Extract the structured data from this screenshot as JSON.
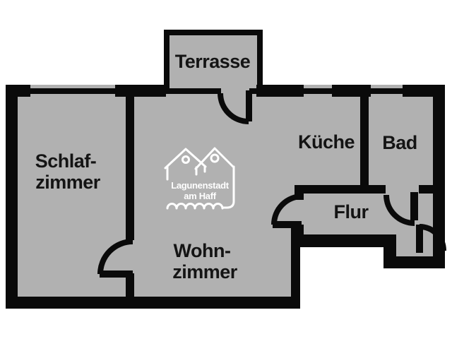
{
  "floorplan": {
    "rooms": {
      "terrasse": {
        "label": "Terrasse"
      },
      "schlafzimmer": {
        "line1": "Schlaf-",
        "line2": "zimmer"
      },
      "kueche": {
        "label": "Küche"
      },
      "bad": {
        "label": "Bad"
      },
      "flur": {
        "label": "Flur"
      },
      "wohnzimmer": {
        "line1": "Wohn-",
        "line2": "zimmer"
      }
    },
    "logo": {
      "line1": "Lagunenstadt",
      "line2": "am Haff"
    },
    "colors": {
      "floor": "#b1b1b1",
      "wall": "#0a0a0a",
      "label": "#141414",
      "logo": "#ffffff",
      "background": "#ffffff"
    }
  }
}
